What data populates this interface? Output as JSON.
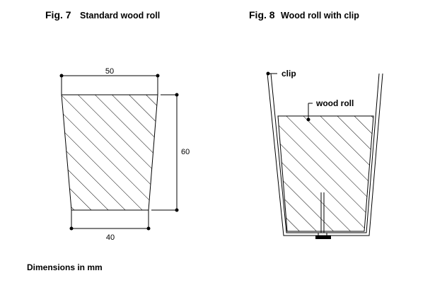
{
  "figures": [
    {
      "number": "Fig. 7",
      "title": "Standard wood roll"
    },
    {
      "number": "Fig. 8",
      "title": "Wood roll with clip"
    }
  ],
  "fig7": {
    "top_width": "50",
    "height": "60",
    "bottom_width": "40"
  },
  "fig8": {
    "clip_label": "clip",
    "roll_label": "wood roll"
  },
  "note": "Dimensions in mm",
  "colors": {
    "line": "#000000",
    "background": "#ffffff"
  }
}
